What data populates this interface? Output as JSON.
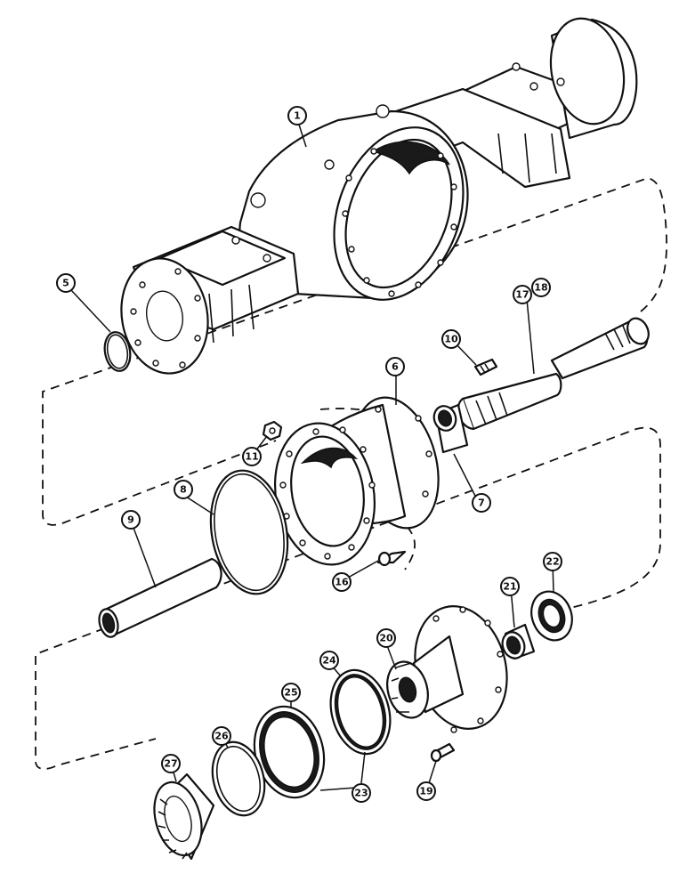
{
  "diagram": {
    "callouts": [
      {
        "id": "c1",
        "label": "1"
      },
      {
        "id": "c5",
        "label": "5"
      },
      {
        "id": "c6",
        "label": "6"
      },
      {
        "id": "c7",
        "label": "7"
      },
      {
        "id": "c8",
        "label": "8"
      },
      {
        "id": "c9",
        "label": "9"
      },
      {
        "id": "c10",
        "label": "10"
      },
      {
        "id": "c11",
        "label": "11"
      },
      {
        "id": "c16",
        "label": "16"
      },
      {
        "id": "c17",
        "label": "17"
      },
      {
        "id": "c18",
        "label": "18"
      },
      {
        "id": "c19",
        "label": "19"
      },
      {
        "id": "c20",
        "label": "20"
      },
      {
        "id": "c21",
        "label": "21"
      },
      {
        "id": "c22",
        "label": "22"
      },
      {
        "id": "c23",
        "label": "23"
      },
      {
        "id": "c24",
        "label": "24"
      },
      {
        "id": "c25",
        "label": "25"
      },
      {
        "id": "c26",
        "label": "26"
      },
      {
        "id": "c27",
        "label": "27"
      }
    ]
  }
}
